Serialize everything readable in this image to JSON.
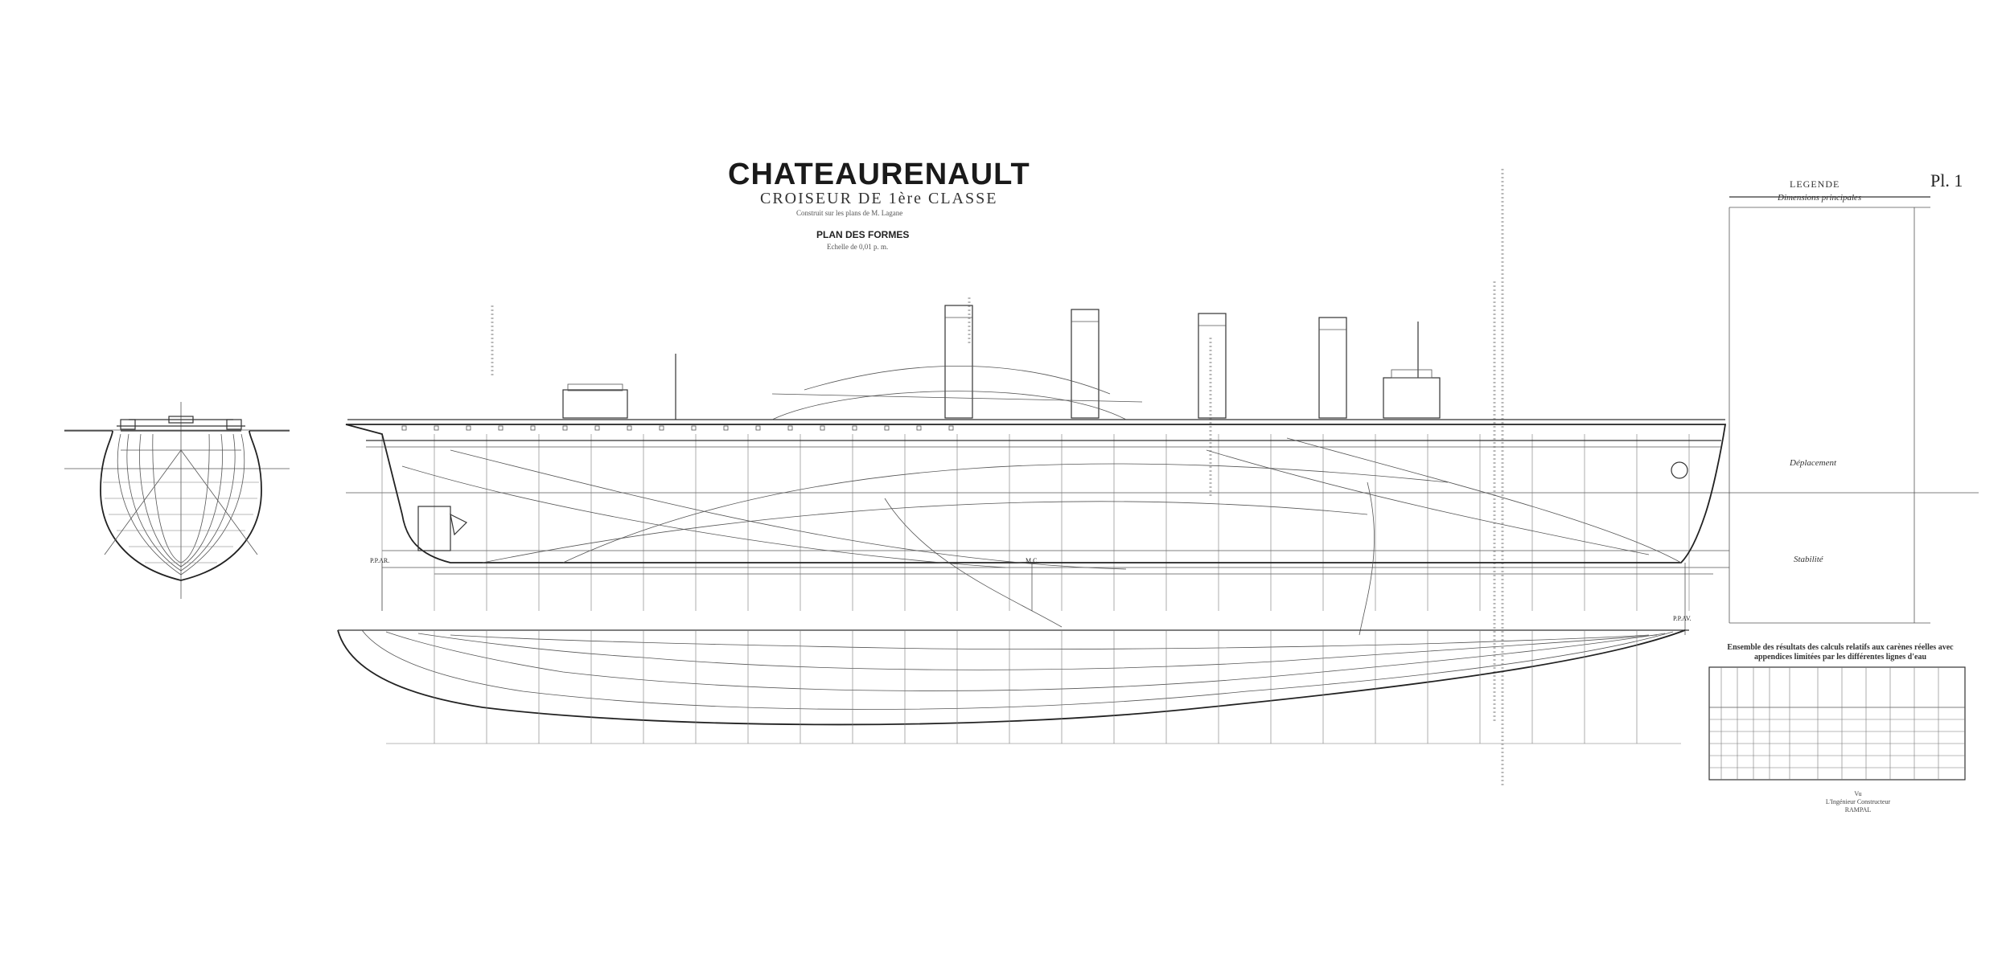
{
  "title": {
    "ship_name": "CHATEAURENAULT",
    "type_line": "CROISEUR DE 1ère CLASSE",
    "built_line": "Construit sur les plans de M. Lagane",
    "plan_name": "PLAN DES FORMES",
    "scale": "Echelle de 0,01 p. m."
  },
  "plate_number": "Pl. 1",
  "legend": {
    "heading": "LEGENDE",
    "sections": [
      "Dimensions principales",
      "Déplacement",
      "Stabilité"
    ]
  },
  "markers": {
    "ppar": "P.P.AR.",
    "mc": "M.C.",
    "ppav": "P.P.AV."
  },
  "table_caption": "Ensemble des résultats des calculs relatifs aux carènes réelles avec appendices limitées par les différentes lignes d'eau",
  "signature": {
    "line1": "Vu",
    "line2": "L'Ingénieur Constructeur",
    "line3": "RAMPAL"
  }
}
